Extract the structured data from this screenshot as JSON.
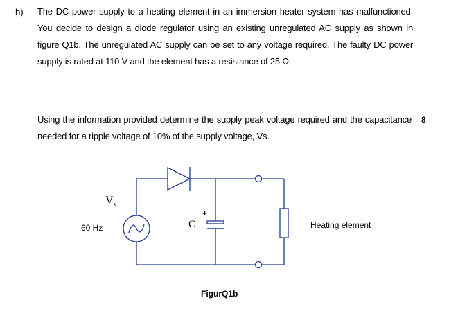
{
  "question": {
    "label": "b)",
    "paragraph1": "The DC power supply to a heating element in an immersion heater system has malfunctioned. You decide to design a diode regulator using an existing unregulated AC supply as shown in figure Q1b. The unregulated AC supply can be set to any voltage required. The faulty DC power supply is rated at 110 V and the element has a resistance of 25 Ω.",
    "paragraph2": "Using the information provided determine the supply peak voltage required and the capacitance needed for a ripple voltage of 10% of the supply voltage, Vs.",
    "marks": "8"
  },
  "figure": {
    "source_label_main": "V",
    "source_label_sub": "s",
    "frequency_label": "60 Hz",
    "capacitor_label": "C",
    "capacitor_polarity": "+",
    "load_label": "Heating element",
    "caption": "FigurQ1b"
  }
}
